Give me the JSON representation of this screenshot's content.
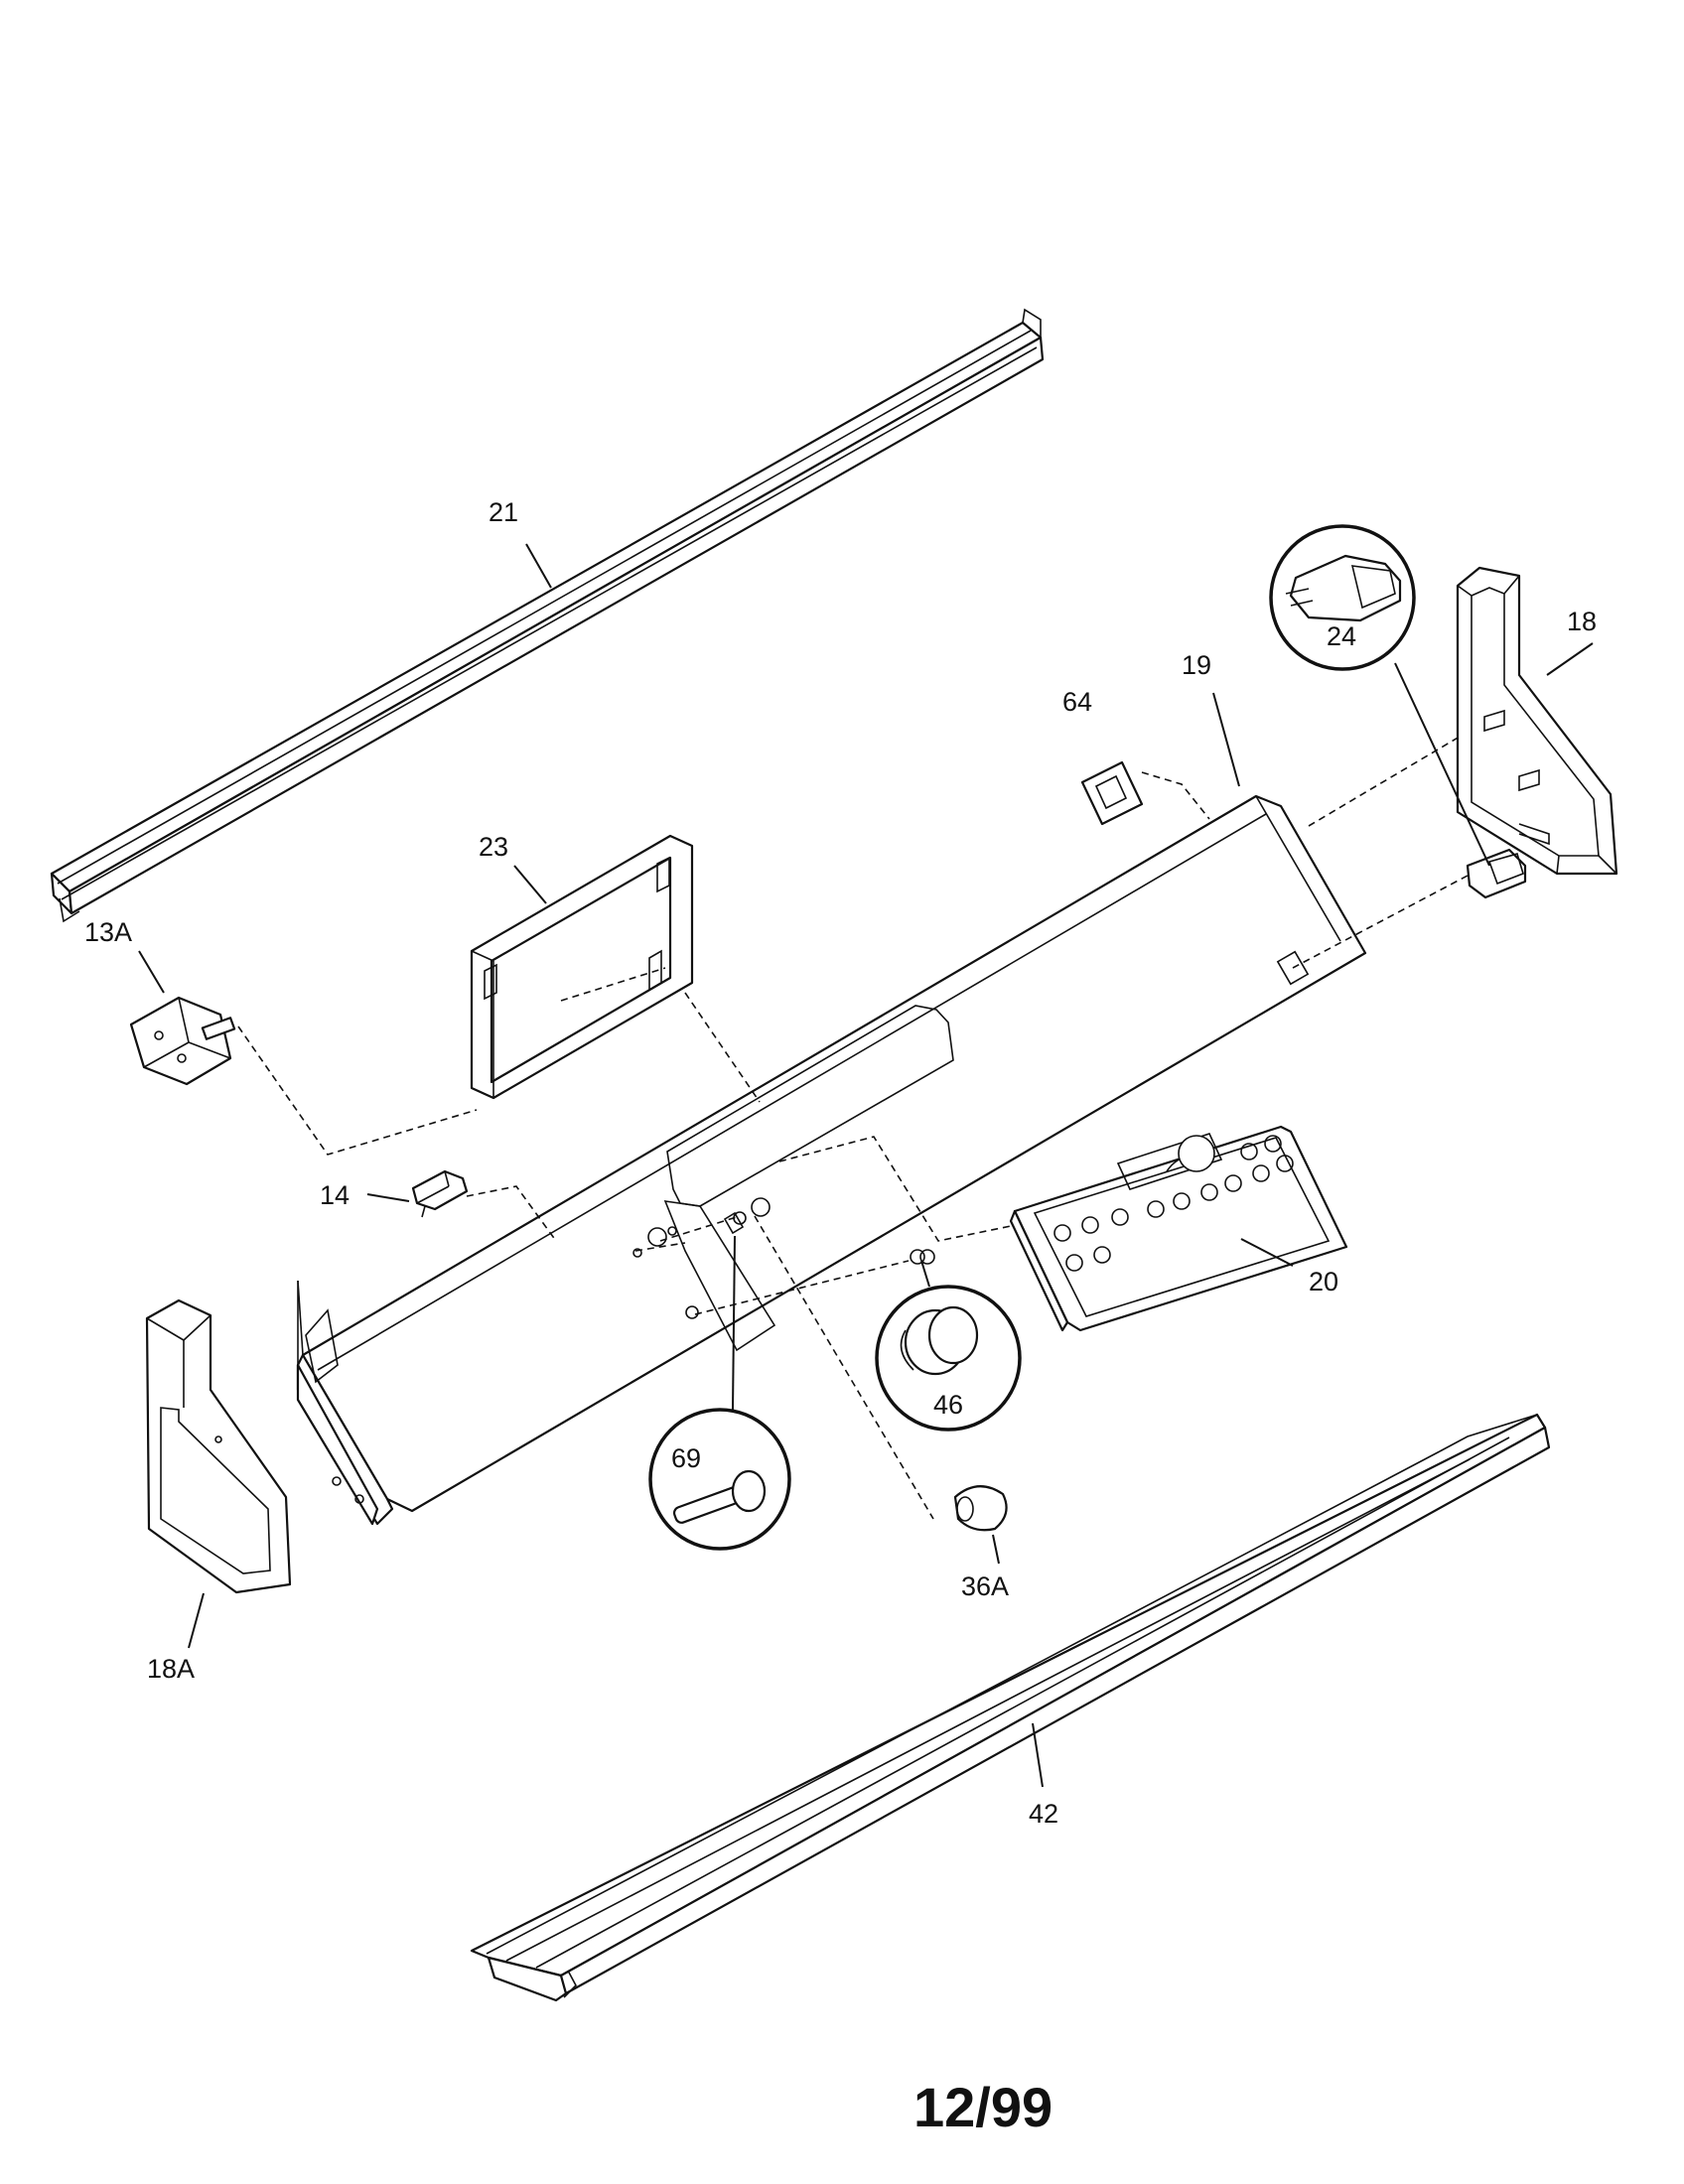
{
  "parts": [
    {
      "id": "21",
      "label": "21"
    },
    {
      "id": "24",
      "label": "24"
    },
    {
      "id": "18",
      "label": "18"
    },
    {
      "id": "19",
      "label": "19"
    },
    {
      "id": "64",
      "label": "64"
    },
    {
      "id": "23",
      "label": "23"
    },
    {
      "id": "13A",
      "label": "13A"
    },
    {
      "id": "14",
      "label": "14"
    },
    {
      "id": "20",
      "label": "20"
    },
    {
      "id": "46",
      "label": "46"
    },
    {
      "id": "69",
      "label": "69"
    },
    {
      "id": "36A",
      "label": "36A"
    },
    {
      "id": "18A",
      "label": "18A"
    },
    {
      "id": "42",
      "label": "42"
    }
  ],
  "footer": {
    "date_code": "12/99"
  },
  "colors": {
    "ink": "#111111",
    "paper": "#ffffff"
  }
}
